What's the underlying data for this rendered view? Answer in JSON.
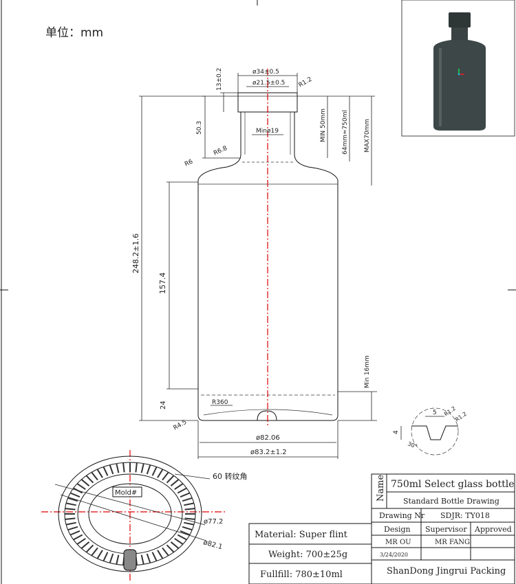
{
  "unit_label": "单位：mm",
  "dims": {
    "neck_outer": "ø34±0.5",
    "neck_inner": "ø21.5±0.5",
    "finish_height": "13±0.2",
    "neck_radius": "R1.2",
    "neck_height": "50.3",
    "min_bore": "Minø19",
    "min_fill": "MIN 50mm",
    "fill_height": "64mm≈750ml",
    "max_fill": "MAX70mm",
    "shoulder_r1": "R6.8",
    "shoulder_r2": "R6",
    "total_height": "248.2±1.6",
    "body_height": "157.4",
    "base_height": "24",
    "base_radius": "R360",
    "heel_radius": "R4.5",
    "min_thickness": "Min 16mm",
    "dia_inner": "ø82.06",
    "dia_outer": "ø83.2±1.2"
  },
  "detail_dims": {
    "width": "5",
    "r1": "R1.2",
    "r2": "R1.2",
    "depth": "4",
    "angle": "30°"
  },
  "base_view": {
    "knurl": "60 转纹角",
    "mold": "Mold#",
    "d1": "ø77.2",
    "d2": "ø82.1"
  },
  "title_block": {
    "name_label": "Name",
    "product": "750ml Select glass bottle",
    "drawing_type": "Standard Bottle Drawing",
    "drawing_nr_label": "Drawing Nr",
    "drawing_nr": "SDJR: TY018",
    "design_label": "Design",
    "supervisor_label": "Supervisor",
    "approved_label": "Approved",
    "designer": "MR OU",
    "supervisor": "MR FANG",
    "date": "3/24/2020",
    "company": "ShanDong Jingrui Packing"
  },
  "specs": {
    "material": "Material: Super flint",
    "weight": "Weight: 700±25g",
    "fullfill": "Fullfill: 780±10ml"
  }
}
